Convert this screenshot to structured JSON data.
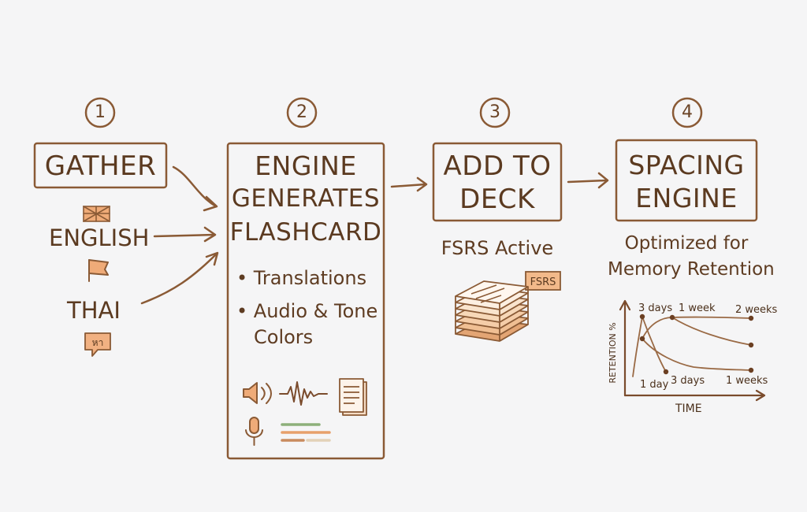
{
  "colors": {
    "ink": "#8a5a35",
    "ink_dark": "#5b3a20",
    "accent_orange": "#e7a06b",
    "accent_green": "#8db07a",
    "background": "#f5f5f6"
  },
  "steps": [
    {
      "number": "1",
      "title": "GATHER"
    },
    {
      "number": "2",
      "title_lines": [
        "ENGINE",
        "GENERATES",
        "FLASHCARD"
      ]
    },
    {
      "number": "3",
      "title_lines": [
        "ADD TO",
        "DECK"
      ]
    },
    {
      "number": "4",
      "title_lines": [
        "SPACING",
        "ENGINE"
      ]
    }
  ],
  "gather": {
    "languages": [
      "ENGLISH",
      "THAI"
    ],
    "icons": [
      "uk-flag-icon",
      "flag-icon",
      "thai-speech-bubble-icon"
    ],
    "thai_bubble_text": "หา"
  },
  "flashcard": {
    "bullets": [
      "Translations",
      "Audio & Tone",
      "Colors"
    ],
    "icons": [
      "speaker-icon",
      "waveform-icon",
      "document-icon",
      "microphone-icon",
      "tone-bars-icon"
    ]
  },
  "deck": {
    "status": "FSRS Active",
    "tag": "FSRS",
    "icons": [
      "card-stack-icon"
    ]
  },
  "spacing": {
    "caption_lines": [
      "Optimized for",
      "Memory Retention"
    ],
    "graph": {
      "y_axis_label": "RETENTION %",
      "x_axis_label": "TIME",
      "top_labels": [
        "3 days",
        "1 week",
        "2 weeks"
      ],
      "bottom_labels": [
        "1 day",
        "3 days",
        "1 weeks"
      ]
    }
  }
}
